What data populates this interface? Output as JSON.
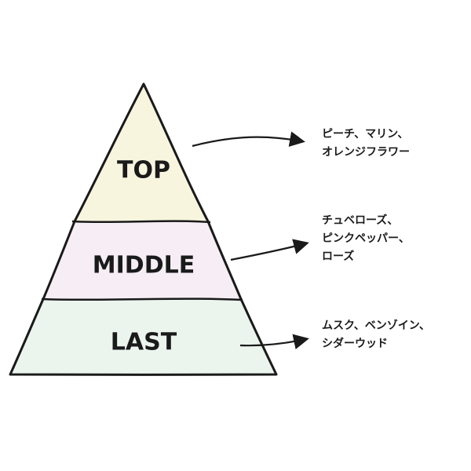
{
  "colors": {
    "top_fill": "#f8f5df",
    "middle_fill": "#f6eef4",
    "last_fill": "#ebf4ed",
    "stroke": "#1a1a1a"
  },
  "tiers": [
    {
      "label": "TOP",
      "notes": [
        "ピーチ、マリン、",
        "オレンジフラワー"
      ]
    },
    {
      "label": "MIDDLE",
      "notes": [
        "チュベローズ、",
        "ピンクペッパー、",
        "ローズ"
      ]
    },
    {
      "label": "LAST",
      "notes": [
        "ムスク、ベンゾイン、",
        "シダーウッド"
      ]
    }
  ]
}
